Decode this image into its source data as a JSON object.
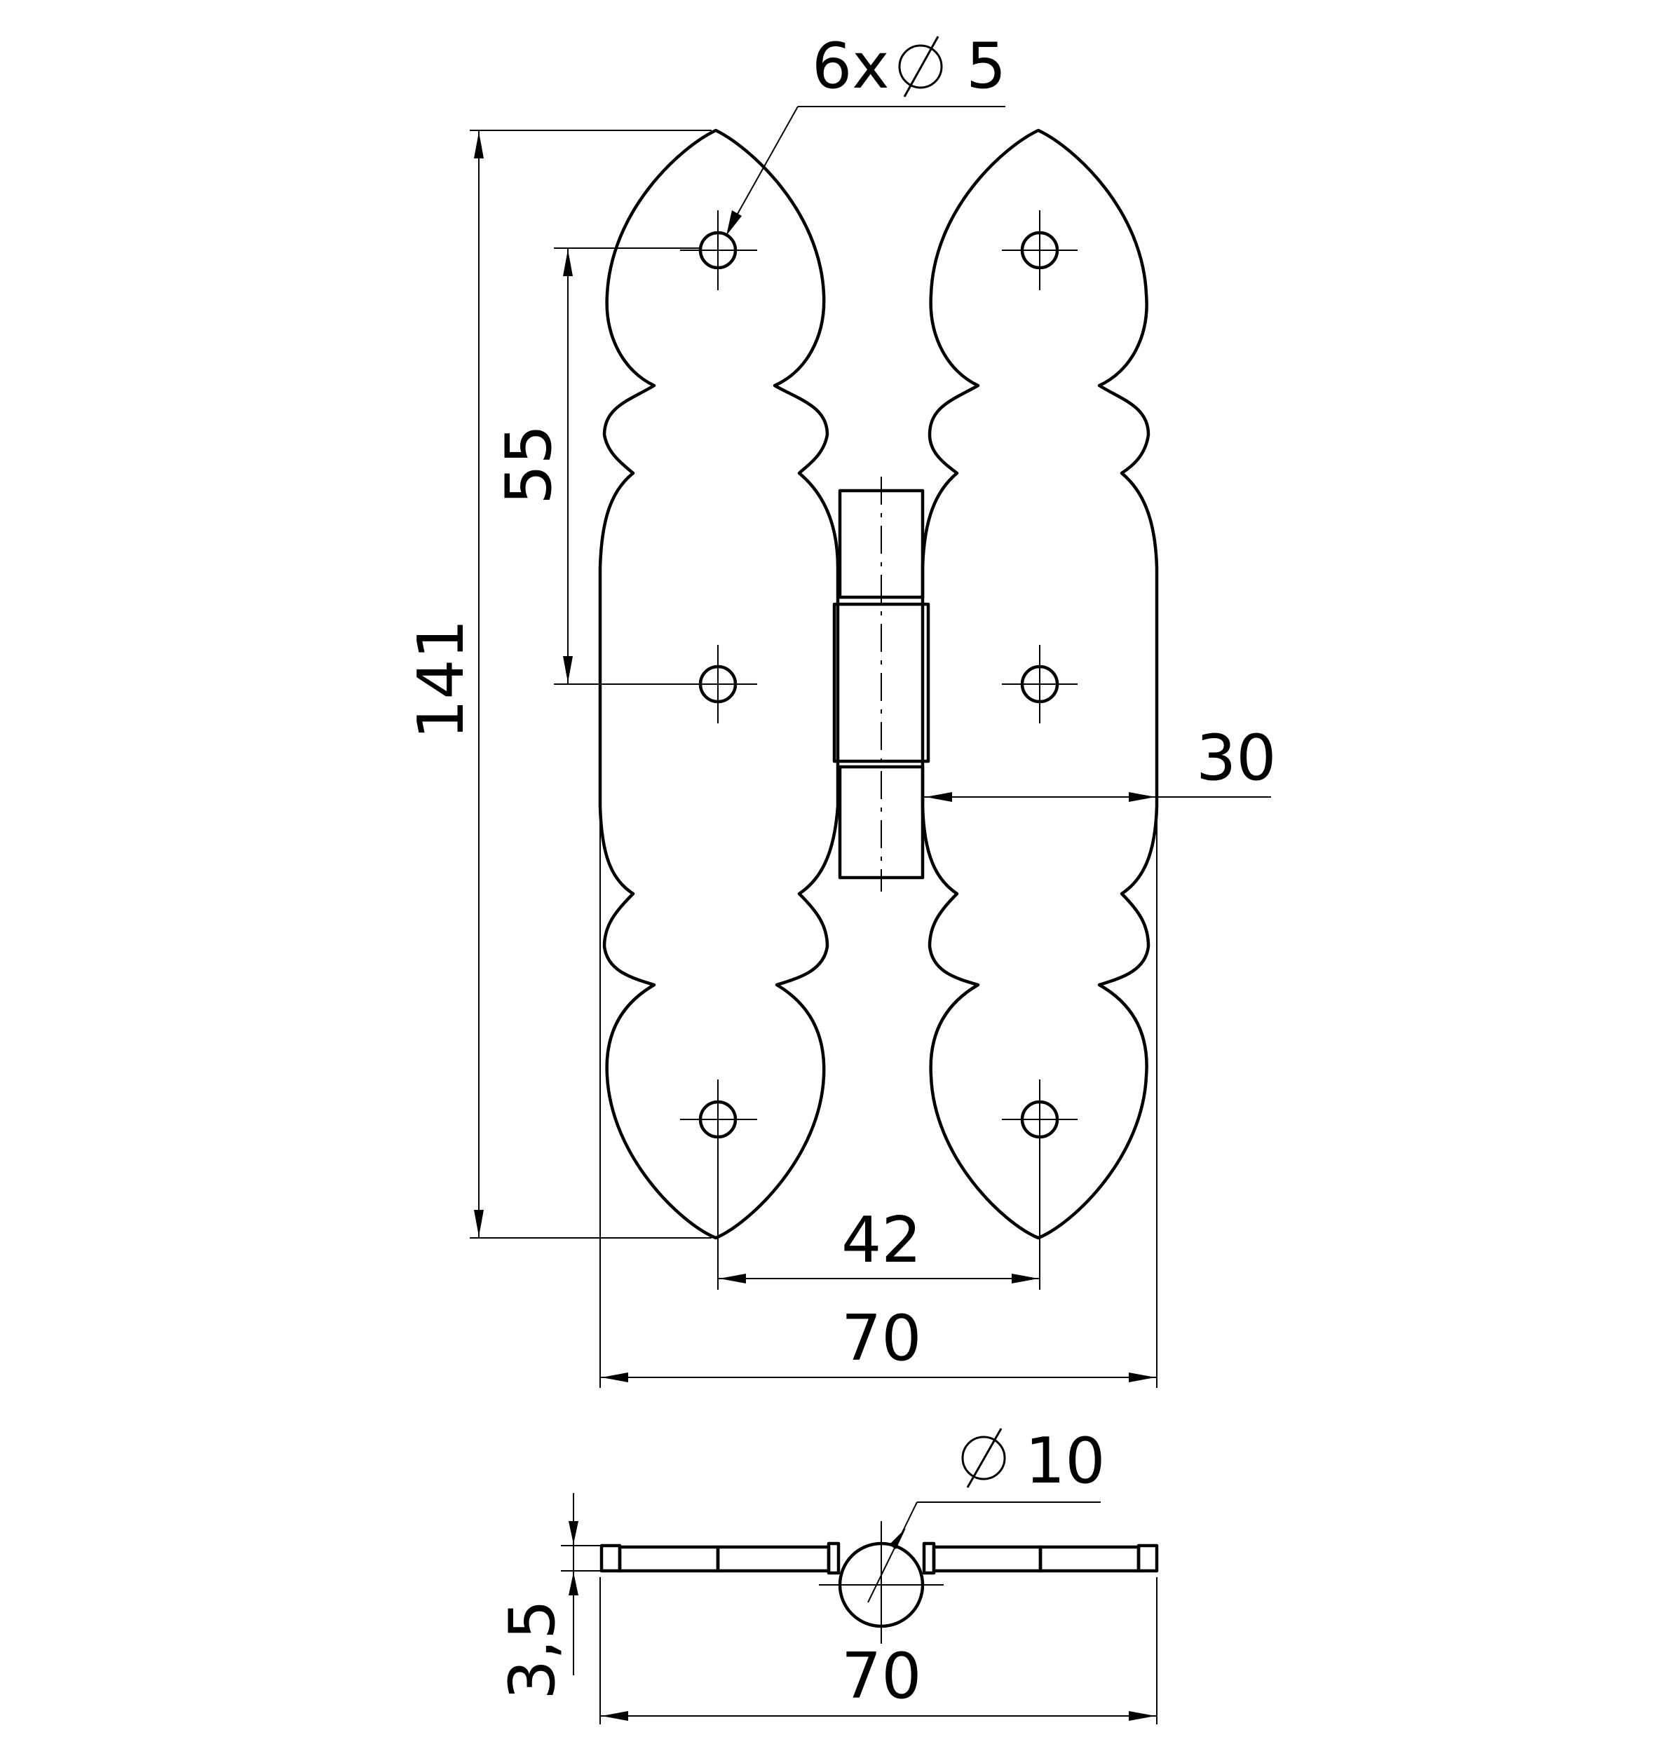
{
  "colors": {
    "background": "#ffffff",
    "ink": "#000000"
  },
  "dimensions": {
    "holes": {
      "count_prefix": "6x",
      "diameter_value": "5"
    },
    "overall_height": "141",
    "hole_spacing": "55",
    "leaf_width": "30",
    "hole_distance": "42",
    "overall_width_top": "70",
    "pin_diameter_value": "10",
    "thickness": "3,5",
    "overall_width_bottom": "70"
  },
  "icons": {
    "diameter_symbol": "diameter-icon"
  }
}
